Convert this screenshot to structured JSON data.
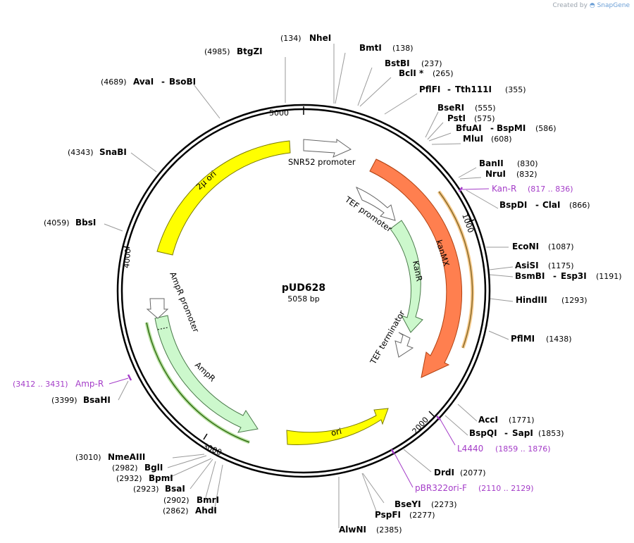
{
  "watermark": {
    "created_by": "Created by",
    "brand": "SnapGene"
  },
  "plasmid": {
    "name": "pUD628",
    "length_label": "5058 bp",
    "length": 5058
  },
  "ticks": [
    {
      "label": "5000",
      "bp": 5000
    },
    {
      "label": "1000",
      "bp": 1000
    },
    {
      "label": "2000",
      "bp": 2000
    },
    {
      "label": "3000",
      "bp": 3000
    },
    {
      "label": "4000",
      "bp": 4000
    }
  ],
  "features": [
    {
      "name": "2µ ori",
      "start": 3985,
      "end": 5015,
      "color": "#ffff00",
      "arrow": false
    },
    {
      "name": "SNR52 promoter",
      "start": 4,
      "end": 273,
      "color": "#ffffff",
      "arrow": true
    },
    {
      "name": "kanMX",
      "start": 310,
      "end": 1895,
      "color": "#ff7f4f",
      "arrow": true
    },
    {
      "name": "TEF promoter",
      "start": 330,
      "end": 720,
      "color": "#ffffff",
      "arrow": true,
      "inner": true
    },
    {
      "name": "KanR",
      "start": 740,
      "end": 1535,
      "color": "#ccf8cc",
      "arrow": true,
      "inner": true
    },
    {
      "name": "TEF terminator",
      "start": 1555,
      "end": 1780,
      "color": "#ffffff",
      "arrow": true,
      "inner": true
    },
    {
      "name": "ori",
      "start": 2095,
      "end": 2689,
      "color": "#ffff00",
      "arrow": true
    },
    {
      "name": "AmpR",
      "start": 2868,
      "end": 3725,
      "color": "#ccf8cc",
      "arrow": true,
      "reverse": true
    },
    {
      "name": "AmpR promoter",
      "start": 3726,
      "end": 3830,
      "color": "#ffffff",
      "arrow": true,
      "reverse": true
    }
  ],
  "enzymes": [
    {
      "name": "NheI",
      "pos": "(134)",
      "side": "left"
    },
    {
      "name": "BmtI",
      "pos": "(138)",
      "side": "right"
    },
    {
      "name": "BstBI",
      "pos": "(237)",
      "side": "right"
    },
    {
      "name": "BclI *",
      "pos": "(265)",
      "side": "right"
    },
    {
      "name": "PflFI",
      "name2": "Tth111I",
      "pos": "(355)",
      "side": "right"
    },
    {
      "name": "BseRI",
      "pos": "(555)",
      "side": "right"
    },
    {
      "name": "PstI",
      "pos": "(575)",
      "side": "right"
    },
    {
      "name": "BfuAI",
      "name2": "BspMI",
      "pos": "(586)",
      "side": "right"
    },
    {
      "name": "MluI",
      "pos": "(608)",
      "side": "right"
    },
    {
      "name": "BanII",
      "pos": "(830)",
      "side": "right"
    },
    {
      "name": "NruI",
      "pos": "(832)",
      "side": "right"
    },
    {
      "name": "BspDI",
      "name2": "ClaI",
      "pos": "(866)",
      "side": "right"
    },
    {
      "name": "EcoNI",
      "pos": "(1087)",
      "side": "right"
    },
    {
      "name": "AsiSI",
      "pos": "(1175)",
      "side": "right"
    },
    {
      "name": "BsmBI",
      "name2": "Esp3I",
      "pos": "(1191)",
      "side": "right"
    },
    {
      "name": "HindIII",
      "pos": "(1293)",
      "side": "right"
    },
    {
      "name": "PflMI",
      "pos": "(1438)",
      "side": "right"
    },
    {
      "name": "AccI",
      "pos": "(1771)",
      "side": "right"
    },
    {
      "name": "BspQI",
      "name2": "SapI",
      "pos": "(1853)",
      "side": "right"
    },
    {
      "name": "DrdI",
      "pos": "(2077)",
      "side": "right"
    },
    {
      "name": "BseYI",
      "pos": "(2273)",
      "side": "right"
    },
    {
      "name": "PspFI",
      "pos": "(2277)",
      "side": "right"
    },
    {
      "name": "AlwNI",
      "pos": "(2385)",
      "side": "right"
    },
    {
      "name": "AhdI",
      "pos": "(2862)",
      "side": "left"
    },
    {
      "name": "BmrI",
      "pos": "(2902)",
      "side": "left"
    },
    {
      "name": "BsaI",
      "pos": "(2923)",
      "side": "left"
    },
    {
      "name": "BpmI",
      "pos": "(2932)",
      "side": "left"
    },
    {
      "name": "BglI",
      "pos": "(2982)",
      "side": "left"
    },
    {
      "name": "NmeAIII",
      "pos": "(3010)",
      "side": "left"
    },
    {
      "name": "BsaHI",
      "pos": "(3399)",
      "side": "left"
    },
    {
      "name": "BbsI",
      "pos": "(4059)",
      "side": "left"
    },
    {
      "name": "SnaBI",
      "pos": "(4343)",
      "side": "left"
    },
    {
      "name": "AvaI",
      "name2": "BsoBI",
      "pos": "(4689)",
      "side": "left"
    },
    {
      "name": "BtgZI",
      "pos": "(4985)",
      "side": "left"
    }
  ],
  "primers": [
    {
      "name": "Kan-R",
      "range": "(817 .. 836)"
    },
    {
      "name": "L4440",
      "range": "(1859 .. 1876)"
    },
    {
      "name": "pBR322ori-F",
      "range": "(2110 .. 2129)"
    },
    {
      "name": "Amp-R",
      "range": "(3412 .. 3431)"
    }
  ],
  "colors": {
    "primer": "#a43cc8",
    "backbone": "#000000",
    "enzyme_line": "#9a9a9a"
  }
}
